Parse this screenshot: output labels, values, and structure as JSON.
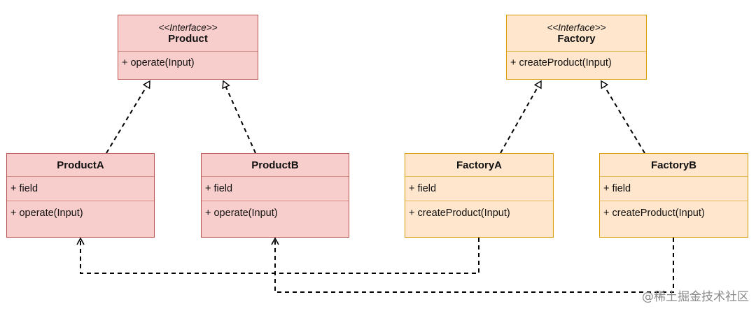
{
  "colors": {
    "product_fill": "#f8cecc",
    "product_stroke": "#b85450",
    "factory_fill": "#ffe6cc",
    "factory_stroke": "#d79b00",
    "connector": "#000000"
  },
  "product_interface": {
    "stereotype": "<<Interface>>",
    "name": "Product",
    "method": "+ operate(Input)"
  },
  "factory_interface": {
    "stereotype": "<<Interface>>",
    "name": "Factory",
    "method": "+ createProduct(Input)"
  },
  "product_a": {
    "name": "ProductA",
    "field": "+ field",
    "method": "+ operate(Input)"
  },
  "product_b": {
    "name": "ProductB",
    "field": "+ field",
    "method": "+ operate(Input)"
  },
  "factory_a": {
    "name": "FactoryA",
    "field": "+ field",
    "method": "+ createProduct(Input)"
  },
  "factory_b": {
    "name": "FactoryB",
    "field": "+ field",
    "method": "+ createProduct(Input)"
  },
  "watermark": "@稀土掘金技术社区"
}
